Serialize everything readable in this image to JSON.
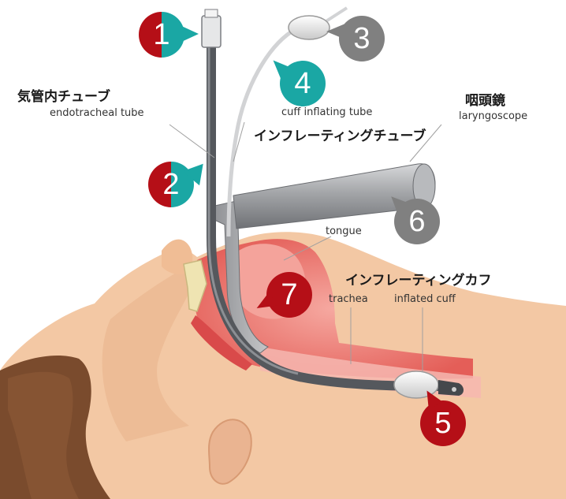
{
  "labels": {
    "endotracheal_tube_jp": "気管内チューブ",
    "endotracheal_tube_en": "endotracheal tube",
    "cuff_inflating_tube_en": "cuff inflating tube",
    "cuff_inflating_tube_jp": "インフレーティングチューブ",
    "laryngoscope_jp": "咽頭鏡",
    "laryngoscope_en": "laryngoscope",
    "tongue_en": "tongue",
    "inflating_cuff_jp": "インフレーティングカフ",
    "trachea_en": "trachea",
    "inflated_cuff_en": "inflated cuff"
  },
  "markers": [
    {
      "number": "1",
      "color_left": "#b50f17",
      "color_right": "#1aa7a4"
    },
    {
      "number": "2",
      "color_left": "#b50f17",
      "color_right": "#1aa7a4"
    },
    {
      "number": "3",
      "color": "#808080"
    },
    {
      "number": "4",
      "color": "#1aa7a4"
    },
    {
      "number": "5",
      "color": "#b50f17"
    },
    {
      "number": "6",
      "color": "#808080"
    },
    {
      "number": "7",
      "color": "#b50f17"
    }
  ],
  "colors": {
    "skin": "#f3c8a4",
    "skin_shadow": "#e6ad86",
    "hair": "#7a4b2d",
    "airway": "#e95b5b",
    "airway_light": "#f7b9b4",
    "tube": "#5b5e63",
    "laryngoscope": "#a7a9ac"
  }
}
